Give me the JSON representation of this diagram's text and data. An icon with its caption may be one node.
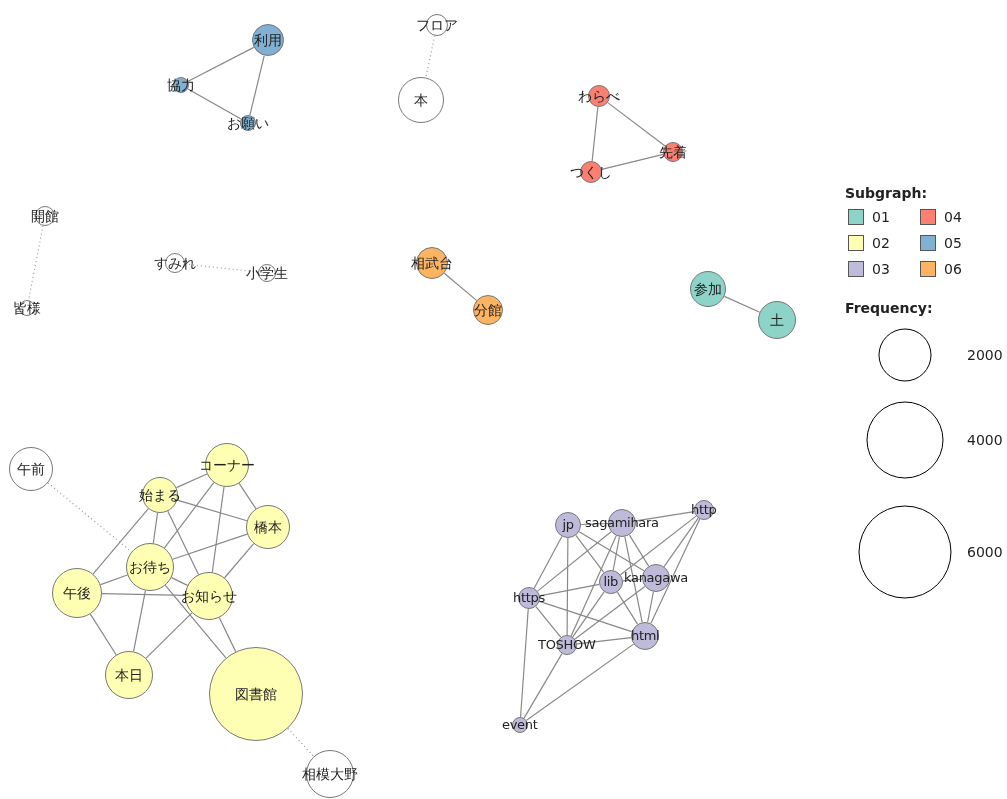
{
  "diagram": {
    "nodes": [
      {
        "text": [
          "利用"
        ]
      },
      {
        "text": [
          "協力"
        ]
      },
      {
        "text": [
          "お願い"
        ]
      },
      {
        "text": [
          "フロア"
        ]
      },
      {
        "text": [
          "本"
        ]
      },
      {
        "text": [
          "わらべ"
        ]
      },
      {
        "text": [
          "先着"
        ]
      },
      {
        "text": [
          "つくし"
        ]
      },
      {
        "text": [
          "開館"
        ]
      },
      {
        "text": [
          "皆様"
        ]
      },
      {
        "text": [
          "すみれ"
        ]
      },
      {
        "text": [
          "小学生"
        ]
      },
      {
        "text": [
          "相武台"
        ]
      },
      {
        "text": [
          "分館"
        ]
      },
      {
        "text": [
          "参加"
        ]
      },
      {
        "text": [
          "土"
        ]
      },
      {
        "text": [
          "午前"
        ]
      },
      {
        "text": [
          "コーナー"
        ]
      },
      {
        "text": [
          "始まる"
        ]
      },
      {
        "text": [
          "橋本"
        ]
      },
      {
        "text": [
          "お待ち"
        ]
      },
      {
        "text": [
          "午後"
        ]
      },
      {
        "text": [
          "お知らせ"
        ]
      },
      {
        "text": [
          "本日"
        ]
      },
      {
        "text": [
          "図書館"
        ]
      },
      {
        "text": [
          "相模大野"
        ]
      },
      {
        "text": [
          "jp"
        ]
      },
      {
        "text": [
          "sagamihara"
        ]
      },
      {
        "text": [
          "http"
        ]
      },
      {
        "text": [
          "lib"
        ]
      },
      {
        "text": [
          "kanagawa"
        ]
      },
      {
        "text": [
          "https"
        ]
      },
      {
        "text": [
          "TOSHOW"
        ]
      },
      {
        "text": [
          "html"
        ]
      },
      {
        "text": [
          "event"
        ]
      }
    ],
    "edges": [
      {
        "from": 0,
        "to": 1,
        "arrow": "none"
      },
      {
        "from": 0,
        "to": 2,
        "arrow": "none"
      },
      {
        "from": 1,
        "to": 2,
        "arrow": "none"
      },
      {
        "from": 3,
        "to": 4,
        "arrow": "none",
        "style": "dashed"
      },
      {
        "from": 5,
        "to": 6,
        "arrow": "none"
      },
      {
        "from": 5,
        "to": 7,
        "arrow": "none"
      },
      {
        "from": 6,
        "to": 7,
        "arrow": "none"
      },
      {
        "from": 8,
        "to": 9,
        "arrow": "none",
        "style": "dashed"
      },
      {
        "from": 10,
        "to": 11,
        "arrow": "none",
        "style": "dashed"
      },
      {
        "from": 12,
        "to": 13,
        "arrow": "none"
      },
      {
        "from": 14,
        "to": 15,
        "arrow": "none"
      },
      {
        "from": 16,
        "to": 20,
        "arrow": "none",
        "style": "dashed"
      },
      {
        "from": 17,
        "to": 18,
        "arrow": "none"
      },
      {
        "from": 17,
        "to": 19,
        "arrow": "none"
      },
      {
        "from": 17,
        "to": 20,
        "arrow": "none"
      },
      {
        "from": 17,
        "to": 22,
        "arrow": "none"
      },
      {
        "from": 18,
        "to": 19,
        "arrow": "none"
      },
      {
        "from": 18,
        "to": 21,
        "arrow": "none"
      },
      {
        "from": 18,
        "to": 20,
        "arrow": "none"
      },
      {
        "from": 18,
        "to": 22,
        "arrow": "none"
      },
      {
        "from": 19,
        "to": 20,
        "arrow": "none"
      },
      {
        "from": 19,
        "to": 22,
        "arrow": "none"
      },
      {
        "from": 20,
        "to": 21,
        "arrow": "none"
      },
      {
        "from": 21,
        "to": 22,
        "arrow": "none"
      },
      {
        "from": 20,
        "to": 22,
        "arrow": "none"
      },
      {
        "from": 20,
        "to": 23,
        "arrow": "none"
      },
      {
        "from": 21,
        "to": 23,
        "arrow": "none"
      },
      {
        "from": 22,
        "to": 23,
        "arrow": "none"
      },
      {
        "from": 20,
        "to": 24,
        "arrow": "none"
      },
      {
        "from": 22,
        "to": 24,
        "arrow": "none"
      },
      {
        "from": 24,
        "to": 25,
        "arrow": "none",
        "style": "dashed"
      },
      {
        "from": 26,
        "to": 27,
        "arrow": "none"
      },
      {
        "from": 26,
        "to": 31,
        "arrow": "none"
      },
      {
        "from": 26,
        "to": 32,
        "arrow": "none"
      },
      {
        "from": 26,
        "to": 29,
        "arrow": "none"
      },
      {
        "from": 26,
        "to": 30,
        "arrow": "none"
      },
      {
        "from": 27,
        "to": 28,
        "arrow": "none"
      },
      {
        "from": 27,
        "to": 31,
        "arrow": "none"
      },
      {
        "from": 27,
        "to": 29,
        "arrow": "none"
      },
      {
        "from": 27,
        "to": 30,
        "arrow": "none"
      },
      {
        "from": 27,
        "to": 33,
        "arrow": "none"
      },
      {
        "from": 27,
        "to": 32,
        "arrow": "none"
      },
      {
        "from": 28,
        "to": 29,
        "arrow": "none"
      },
      {
        "from": 28,
        "to": 30,
        "arrow": "none"
      },
      {
        "from": 28,
        "to": 33,
        "arrow": "none"
      },
      {
        "from": 29,
        "to": 30,
        "arrow": "none"
      },
      {
        "from": 29,
        "to": 31,
        "arrow": "none"
      },
      {
        "from": 29,
        "to": 33,
        "arrow": "none"
      },
      {
        "from": 29,
        "to": 32,
        "arrow": "none"
      },
      {
        "from": 30,
        "to": 32,
        "arrow": "none"
      },
      {
        "from": 30,
        "to": 33,
        "arrow": "none"
      },
      {
        "from": 31,
        "to": 32,
        "arrow": "none"
      },
      {
        "from": 31,
        "to": 33,
        "arrow": "none"
      },
      {
        "from": 31,
        "to": 34,
        "arrow": "none"
      },
      {
        "from": 32,
        "to": 33,
        "arrow": "none"
      },
      {
        "from": 32,
        "to": 34,
        "arrow": "none"
      },
      {
        "from": 33,
        "to": 34,
        "arrow": "none"
      }
    ],
    "labels": [
      "Subgraph:",
      "Frequency:"
    ],
    "legend": [
      {
        "text": "01",
        "color": "#8dd3c7"
      },
      {
        "text": "02",
        "color": "#ffffb3"
      },
      {
        "text": "03",
        "color": "#bebada"
      },
      {
        "text": "04",
        "color": "#fb8072"
      },
      {
        "text": "05",
        "color": "#80b1d3"
      },
      {
        "text": "06",
        "color": "#fdb462"
      },
      {
        "text": "2000"
      },
      {
        "text": "4000"
      },
      {
        "text": "6000"
      }
    ]
  }
}
